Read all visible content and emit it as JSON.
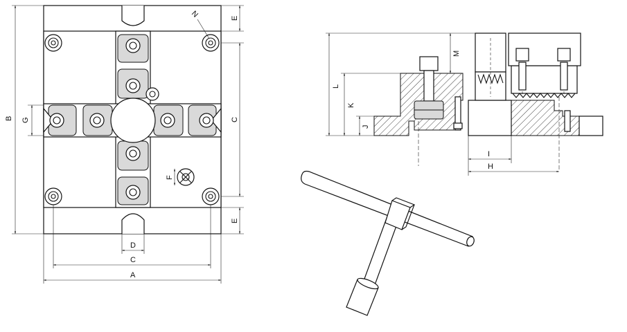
{
  "labels": {
    "A": "A",
    "B": "B",
    "C_bottom": "C",
    "C_right": "C",
    "D": "D",
    "E_top": "E",
    "E_bottom": "E",
    "F": "F",
    "G": "G",
    "H": "H",
    "I": "I",
    "J": "J",
    "K": "K",
    "L": "L",
    "M": "M",
    "N": "N"
  }
}
